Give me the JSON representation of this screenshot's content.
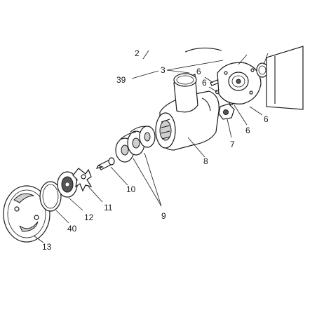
{
  "diagram": {
    "callouts": [
      {
        "id": "c2",
        "text": "2"
      },
      {
        "id": "c39",
        "text": "39"
      },
      {
        "id": "c3",
        "text": "3"
      },
      {
        "id": "c6a",
        "text": "6"
      },
      {
        "id": "c6b",
        "text": "6"
      },
      {
        "id": "c6c",
        "text": "6"
      },
      {
        "id": "c6d",
        "text": "6"
      },
      {
        "id": "c7",
        "text": "7"
      },
      {
        "id": "c8",
        "text": "8"
      },
      {
        "id": "c10",
        "text": "10"
      },
      {
        "id": "c9",
        "text": "9"
      },
      {
        "id": "c11",
        "text": "11"
      },
      {
        "id": "c12",
        "text": "12"
      },
      {
        "id": "c40",
        "text": "40"
      },
      {
        "id": "c13",
        "text": "13"
      }
    ]
  }
}
